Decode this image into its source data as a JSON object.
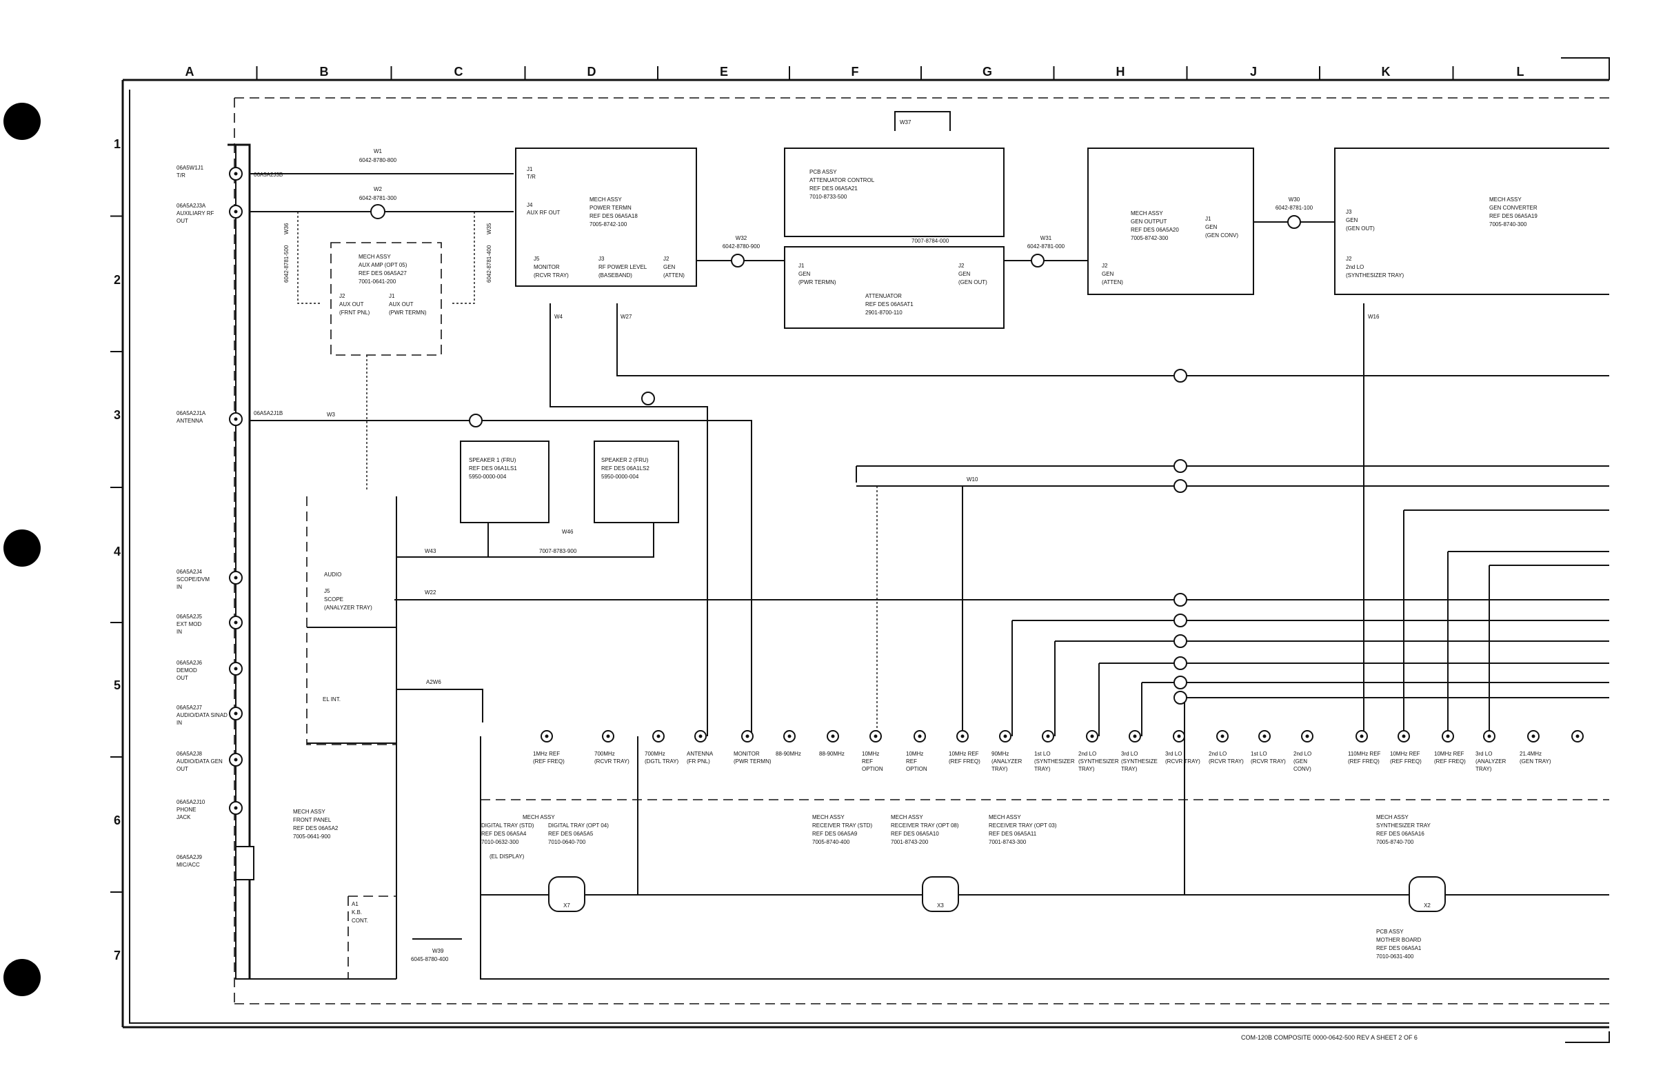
{
  "grid": {
    "columns": [
      "A",
      "B",
      "C",
      "D",
      "E",
      "F",
      "G",
      "H",
      "J",
      "K",
      "L"
    ],
    "rows": [
      "1",
      "2",
      "3",
      "4",
      "5",
      "6",
      "7"
    ]
  },
  "left_panel_jacks": [
    {
      "ref": "06A5W1J1",
      "desc": "T/R"
    },
    {
      "ref": "06A5A2J3A",
      "desc": "AUXILIARY RF OUT"
    },
    {
      "ref": "06A5A2J1A",
      "desc": "ANTENNA"
    },
    {
      "ref": "06A5A2J4",
      "desc": "SCOPE/DVM IN"
    },
    {
      "ref": "06A5A2J5",
      "desc": "EXT MOD IN"
    },
    {
      "ref": "06A5A2J6",
      "desc": "DEMOD OUT"
    },
    {
      "ref": "06A5A2J7",
      "desc": "AUDIO/DATA SINAD IN"
    },
    {
      "ref": "06A5A2J8",
      "desc": "AUDIO/DATA GEN OUT"
    },
    {
      "ref": "06A5A2J10",
      "desc": "PHONE JACK"
    },
    {
      "ref": "06A5A2J9",
      "desc": "MIC/ACC"
    }
  ],
  "cables": {
    "w1": "W1",
    "w1_part": "6042-8780-800",
    "w2": "W2",
    "w2_part": "6042-8781-300",
    "w3": "W3",
    "w4": "W4",
    "w27": "W27",
    "w32": "W32",
    "w32_part": "6042-8780-900",
    "w31": "W31",
    "w31_part": "6042-8781-000",
    "w30": "W30",
    "w30_part": "6042-8781-100",
    "w37": "W37",
    "w10": "W10",
    "w43": "W43",
    "w22": "W22",
    "a2w6": "A2W6",
    "w46": "W46",
    "w46_part": "7007-8783-900",
    "w39": "W39",
    "w39_part": "6045-8780-400",
    "w16": "W16",
    "w36": "W36",
    "w36_part": "6042-8781-500",
    "w35": "W35",
    "w35_part": "6042-8781-400",
    "atten_part": "7007-8784-000"
  },
  "assemblies": {
    "power_term": [
      "MECH ASSY",
      "POWER TERMN",
      "REF DES 06A5A18",
      "7005-8742-100"
    ],
    "pcb_atten": [
      "PCB ASSY",
      "ATTENUATOR CONTROL",
      "REF DES 06A5A21",
      "7010-8733-500"
    ],
    "gen_output": [
      "MECH ASSY",
      "GEN OUTPUT",
      "REF DES 06A5A20",
      "7005-8742-300"
    ],
    "gen_converter": [
      "MECH ASSY",
      "GEN CONVERTER",
      "REF DES 06A5A19",
      "7005-8740-300"
    ],
    "attenuator": [
      "ATTENUATOR",
      "REF DES 06A5AT1",
      "2901-8700-110"
    ],
    "aux_amp": [
      "MECH ASSY",
      "AUX AMP (OPT 05)",
      "REF DES 06A5A27",
      "7001-0641-200"
    ],
    "speaker1": [
      "SPEAKER 1 (FRU)",
      "REF DES 06A1LS1",
      "5950-0000-004"
    ],
    "speaker2": [
      "SPEAKER 2 (FRU)",
      "REF DES 06A1LS2",
      "5950-0000-004"
    ],
    "front_panel": [
      "MECH ASSY",
      "FRONT PANEL",
      "REF DES 06A5A2",
      "7005-0641-900"
    ],
    "digital_std": [
      "MECH ASSY",
      "DIGITAL TRAY (STD)",
      "REF DES 06A5A4",
      "7010-0632-300"
    ],
    "digital_opt": [
      "MECH ASSY",
      "DIGITAL TRAY (OPT 04)",
      "REF DES 06A5A5",
      "7010-0640-700"
    ],
    "receiver_std": [
      "MECH ASSY",
      "RECEIVER TRAY (STD)",
      "REF DES 06A5A9",
      "7005-8740-400"
    ],
    "receiver_opt08": [
      "MECH ASSY",
      "RECEIVER TRAY (OPT 08)",
      "REF DES 06A5A10",
      "7001-8743-200"
    ],
    "receiver_opt03": [
      "MECH ASSY",
      "RECEIVER TRAY (OPT 03)",
      "REF DES 06A5A11",
      "7001-8743-300"
    ],
    "synth": [
      "MECH ASSY",
      "SYNTHESIZER TRAY",
      "REF DES 06A5A16",
      "7005-8740-700"
    ],
    "motherboard": [
      "PCB ASSY",
      "MOTHER BOARD",
      "REF DES 06A5A1",
      "7010-0631-400"
    ]
  },
  "connector_labels": [
    [
      "1MHz REF",
      "(REF FREQ)"
    ],
    [
      "700MHz",
      "(RCVR TRAY)"
    ],
    [
      "700MHz",
      "(DGTL TRAY)"
    ],
    [
      "ANTENNA",
      "(FR PNL)"
    ],
    [
      "MONITOR",
      "(PWR TERMN)"
    ],
    [
      "88-90MHz",
      ""
    ],
    [
      "88-90MHz",
      ""
    ],
    [
      "10MHz",
      "REF",
      "OPTION"
    ],
    [
      "10MHz",
      "REF",
      "OPTION"
    ],
    [
      "10MHz REF",
      "(REF FREQ)"
    ],
    [
      "90MHz",
      "(ANALYZER",
      "TRAY)"
    ],
    [
      "1st LO",
      "(SYNTHESIZER",
      "TRAY)"
    ],
    [
      "2nd LO",
      "(SYNTHESIZER",
      "TRAY)"
    ],
    [
      "3rd LO",
      "(SYNTHESIZE",
      "TRAY)"
    ],
    [
      "3rd LO",
      "(RCVR TRAY)"
    ],
    [
      "2nd LO",
      "(RCVR TRAY)"
    ],
    [
      "1st LO",
      "(RCVR TRAY)"
    ],
    [
      "2nd LO",
      "(GEN",
      "CONV)"
    ],
    [
      "110MHz REF",
      "(REF FREQ)"
    ],
    [
      "10MHz REF",
      "(REF FREQ)"
    ],
    [
      "10MHz REF",
      "(REF FREQ)"
    ],
    [
      "3rd LO",
      "(ANALYZER",
      "TRAY)"
    ],
    [
      "21.4MHz",
      "(GEN TRAY)"
    ]
  ],
  "misc": {
    "audio": "AUDIO",
    "scope": [
      "J5",
      "SCOPE",
      "(ANALYZER TRAY)"
    ],
    "el_int": "EL INT.",
    "kb_cont": [
      "A1",
      "K.B.",
      "CONT."
    ],
    "el_display": "(EL DISPLAY)",
    "aux_out_front": [
      "J2",
      "AUX OUT",
      "(FRNT PNL)"
    ],
    "aux_out_pwr": [
      "J1",
      "AUX OUT",
      "(PWR TERMN)"
    ],
    "j1_tr": [
      "J1",
      "T/R"
    ],
    "j4_aux": [
      "J4",
      "AUX RF OUT"
    ],
    "j5_monitor": [
      "J5",
      "MONITOR",
      "(RCVR TRAY)"
    ],
    "j3_rf_power": [
      "J3",
      "RF POWER LEVEL",
      "(BASEBAND)"
    ],
    "j2_gen_atten": [
      "J2",
      "GEN",
      "(ATTEN)"
    ],
    "j1_gen_pwr": [
      "J1",
      "GEN",
      "(PWR TERMN)"
    ],
    "j2_gen_out": [
      "J2",
      "GEN",
      "(GEN OUT)"
    ],
    "j2_gen_atten2": [
      "J2",
      "GEN",
      "(ATTEN)"
    ],
    "j1_gen_conv": [
      "J1",
      "GEN",
      "(GEN CONV)"
    ],
    "j3_gen_out": [
      "J3",
      "GEN",
      "(GEN OUT)"
    ],
    "j2_2nd_lo": [
      "J2",
      "2nd LO",
      "(SYNTHESIZER TRAY)"
    ],
    "a2_left": "06A5A2J3B",
    "a2_left_ant": "06A5A2J1B"
  },
  "title_block": "COM-120B COMPOSITE   0000-0642-500   REV A   SHEET 2 OF 6"
}
